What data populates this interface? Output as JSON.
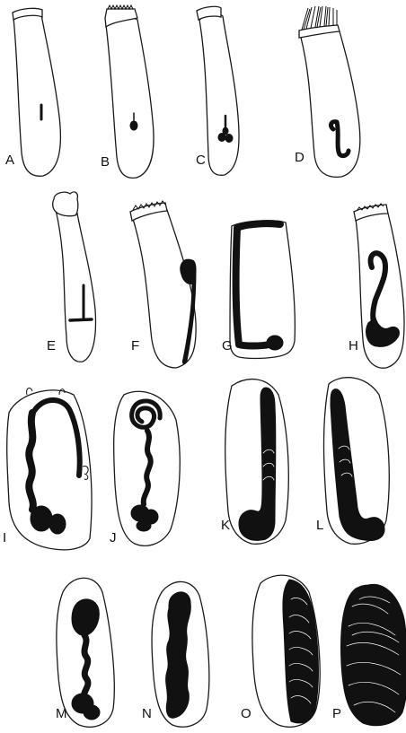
{
  "figure": {
    "panels": [
      {
        "id": "A",
        "label": "A"
      },
      {
        "id": "B",
        "label": "B"
      },
      {
        "id": "C",
        "label": "C"
      },
      {
        "id": "D",
        "label": "D"
      },
      {
        "id": "E",
        "label": "E"
      },
      {
        "id": "F",
        "label": "F"
      },
      {
        "id": "G",
        "label": "G"
      },
      {
        "id": "H",
        "label": "H"
      },
      {
        "id": "I",
        "label": "I"
      },
      {
        "id": "J",
        "label": "J"
      },
      {
        "id": "K",
        "label": "K"
      },
      {
        "id": "L",
        "label": "L"
      },
      {
        "id": "M",
        "label": "M"
      },
      {
        "id": "N",
        "label": "N"
      },
      {
        "id": "O",
        "label": "O"
      },
      {
        "id": "P",
        "label": "P"
      }
    ]
  }
}
